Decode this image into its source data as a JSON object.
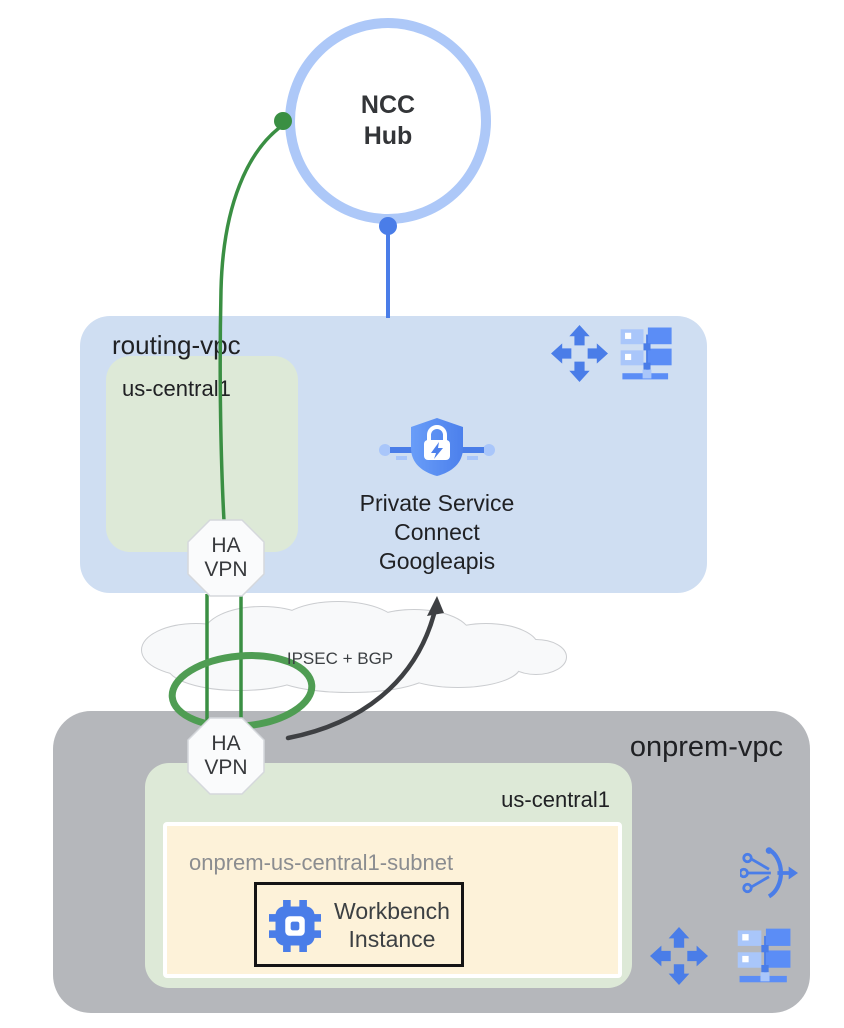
{
  "palette": {
    "hub_ring": "#adc8f8",
    "blue_accent": "#4a7de8",
    "blue_light": "#a9c6fa",
    "blue_mid": "#5b8df6",
    "green_line": "#3a8f43",
    "green_ring": "#4f9d53",
    "routing_vpc_bg": "#cfdef2",
    "region_bg": "#dde9d7",
    "onprem_bg": "#b5b7bb",
    "subnet_bg": "#fdf2d9",
    "arrow_dark": "#3e4043",
    "text_dark": "#202124",
    "subnet_label_gray": "#8b8d90"
  },
  "ncc_hub": {
    "line1": "NCC",
    "line2": "Hub"
  },
  "routing_vpc": {
    "label": "routing-vpc",
    "region_label": "us-central1",
    "psc_line1": "Private Service",
    "psc_line2": "Connect",
    "psc_line3": "Googleapis"
  },
  "ha_vpn": {
    "line1": "HA",
    "line2": "VPN"
  },
  "tunnel_label": "IPSEC + BGP",
  "onprem_vpc": {
    "label": "onprem-vpc",
    "region_label": "us-central1",
    "subnet_label": "onprem-us-central1-subnet",
    "workbench_line1": "Workbench",
    "workbench_line2": "Instance"
  },
  "icons": {
    "routing_vpc": [
      "vpc-network-icon",
      "server-rack-icon"
    ],
    "onprem_vpc": [
      "cloud-router-icon",
      "vpc-network-icon",
      "server-rack-icon"
    ],
    "psc": "private-service-connect-shield-icon",
    "workbench": "workbench-chip-icon"
  }
}
